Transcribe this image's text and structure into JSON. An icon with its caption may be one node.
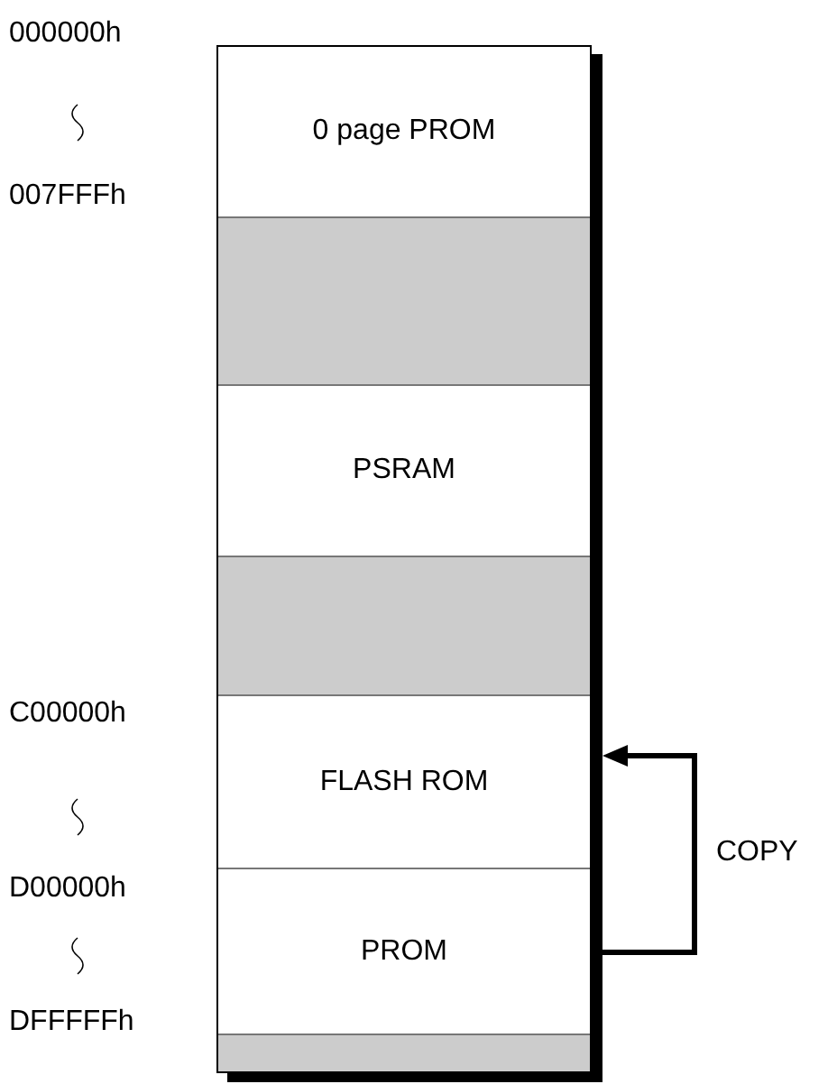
{
  "diagram": {
    "nodes": [
      {
        "text": [
          "0 page PROM"
        ]
      },
      {
        "text": [],
        "shape": "box"
      },
      {
        "text": [
          "PSRAM"
        ]
      },
      {
        "text": [],
        "shape": "box"
      },
      {
        "text": [
          "FLASH ROM"
        ]
      },
      {
        "text": [
          "PROM"
        ]
      },
      {
        "text": [],
        "shape": "box"
      }
    ],
    "edges": [
      {
        "from": 5,
        "to": 4,
        "arrow": "to",
        "label": "COPY"
      }
    ],
    "labels": [
      "000000h",
      "007FFFh",
      "C00000h",
      "D00000h",
      "DFFFFFh"
    ]
  }
}
